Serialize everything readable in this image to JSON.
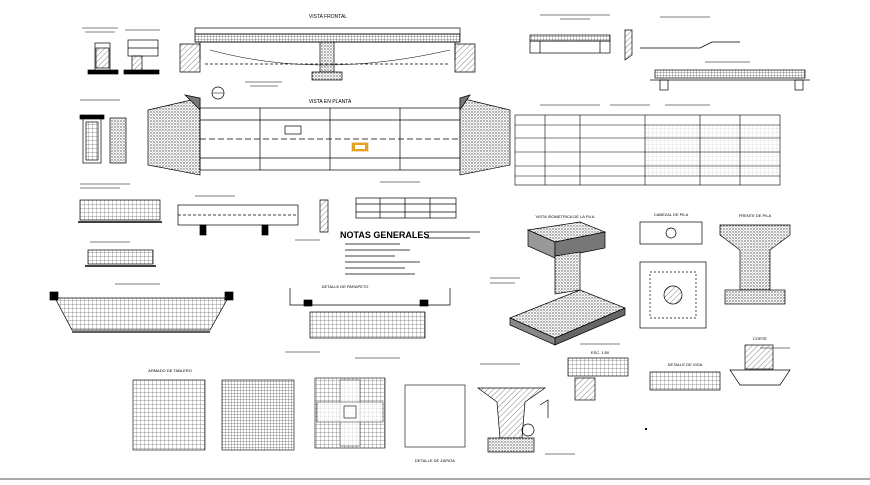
{
  "sheet": {
    "general_notes_title": "NOTAS GENERALES",
    "front_view_title": "VISTA FRONTAL",
    "plan_view_title": "VISTA EN PLANTA",
    "pier_isometric_title": "VISTA ISOMETRICA DE LA PILA",
    "pier_cap_title": "CABEZAL DE PILA",
    "pier_front_title": "FRENTE DE PILA",
    "slab_reinforcement_title": "ARMADO DE TABLERO",
    "footing_detail_title": "DETALLE DE ZAPATA",
    "railing_detail_title": "DETALLE DE PARAPETO",
    "beam_detail_title": "DETALLE DE VIGA",
    "section_label": "CORTE",
    "scale_label": "ESC. 1:50"
  },
  "colors": {
    "line": "#000000",
    "hatch": "#333333",
    "concrete": "#9a9a9a",
    "accent": "#e0a020",
    "background": "#ffffff"
  }
}
